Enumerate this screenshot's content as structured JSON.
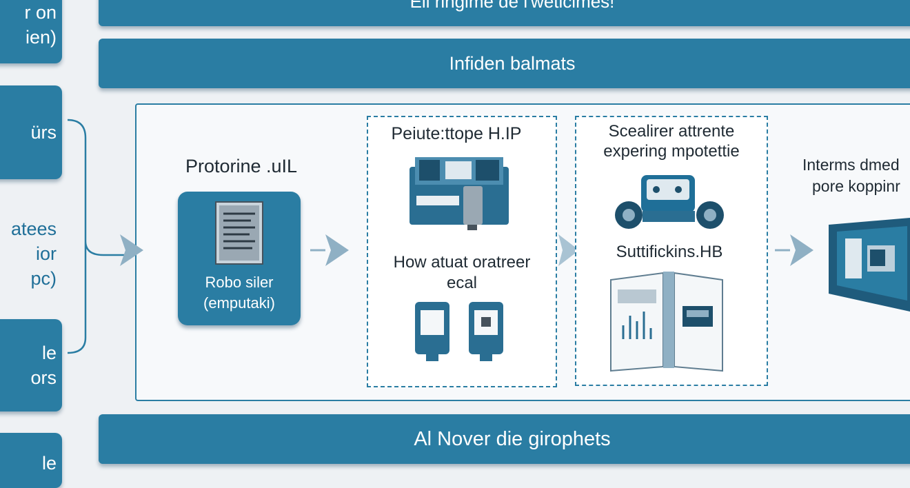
{
  "sidebar": {
    "items": [
      {
        "line1": "r on",
        "line2": "ien)"
      },
      {
        "line1": "ürs"
      },
      {
        "line1": "atees",
        "line2": "ior",
        "line3": "pc)"
      },
      {
        "line1": "le",
        "line2": "ors"
      },
      {
        "line1": "le"
      }
    ]
  },
  "banners": {
    "top": "Eli ringime de l'wetlcimes!",
    "header": "Infiden balmats",
    "footer": "Al Nover die girophets"
  },
  "stages": {
    "stage1": {
      "title": "Protorine .uIL",
      "box_line1": "Robo siler",
      "box_line2": "(emputaki)"
    },
    "stage2": {
      "title": "Peiute:ttope H.IP",
      "caption_line1": "How atuat oratreer",
      "caption_line2": "ecal"
    },
    "stage3": {
      "title_line1": "Scealirer attrente",
      "title_line2": "expering mpotettie",
      "caption": "Suttifickins.HB"
    },
    "stage4": {
      "title_line1": "Interms dmed",
      "title_line2": "pore koppinr"
    }
  },
  "icons": [
    "document-icon",
    "machine-icon",
    "printer-icon",
    "vehicle-icon",
    "book-icon",
    "monitor-icon",
    "arrow-right-icon"
  ],
  "colors": {
    "accent": "#2a7da3",
    "background": "#eef1f4",
    "arrow": "#8fb0c4"
  }
}
